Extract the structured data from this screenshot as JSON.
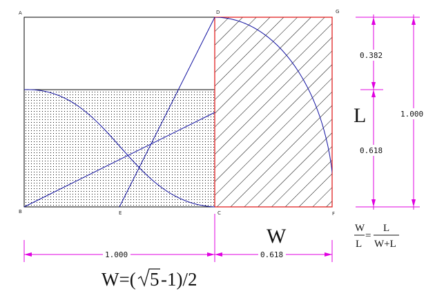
{
  "points": {
    "A": "A",
    "B": "B",
    "C": "C",
    "D": "D",
    "E": "E",
    "F": "F",
    "G": "G"
  },
  "dimensions": {
    "top_segment": "0.382",
    "bottom_segment": "0.618",
    "full_height": "1.000",
    "bottom_left": "1.000",
    "bottom_right": "0.618"
  },
  "symbols": {
    "width": "W",
    "length": "L"
  },
  "ratio": {
    "left_num": "W",
    "left_den": "L",
    "equals": "=",
    "right_num": "L",
    "right_den": "W+L"
  },
  "formula": {
    "lhs": "W=(",
    "radicand": "5",
    "rhs": "-1)/2"
  },
  "colors": {
    "outline": "#000000",
    "construction": "#1010a0",
    "golden_rect": "#e02020",
    "dimension": "#e000e0",
    "hatch": "#000000"
  }
}
